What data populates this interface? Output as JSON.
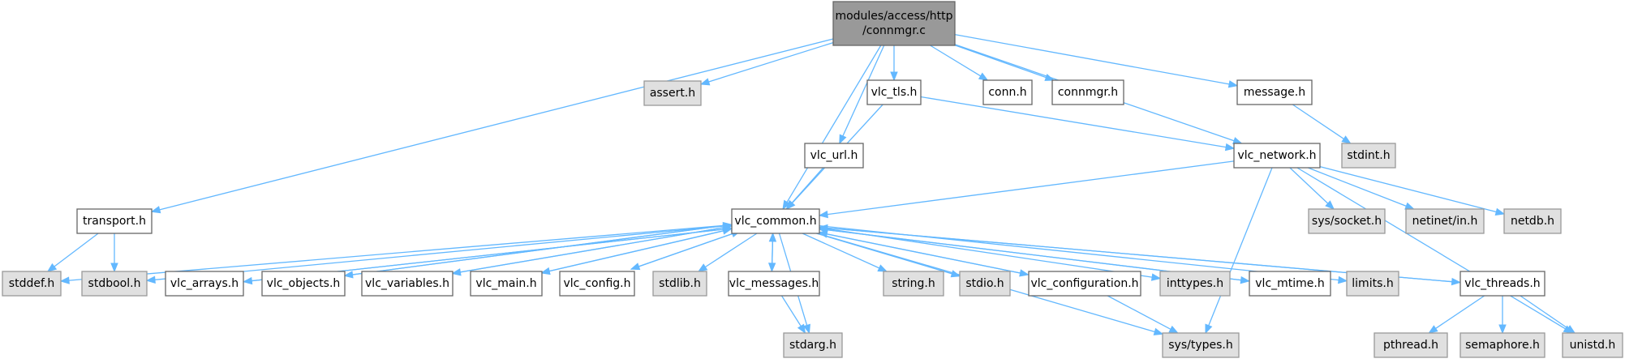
{
  "diagram": {
    "root": {
      "id": "connmgr",
      "lines": [
        "modules/access/http",
        "/connmgr.c"
      ]
    },
    "nodes": [
      {
        "id": "assert",
        "label": "assert.h",
        "kind": "system"
      },
      {
        "id": "vlc_tls",
        "label": "vlc_tls.h",
        "kind": "local"
      },
      {
        "id": "conn",
        "label": "conn.h",
        "kind": "local"
      },
      {
        "id": "connmgr_h",
        "label": "connmgr.h",
        "kind": "local"
      },
      {
        "id": "message",
        "label": "message.h",
        "kind": "local"
      },
      {
        "id": "vlc_url",
        "label": "vlc_url.h",
        "kind": "local"
      },
      {
        "id": "vlc_network",
        "label": "vlc_network.h",
        "kind": "local"
      },
      {
        "id": "stdint",
        "label": "stdint.h",
        "kind": "system"
      },
      {
        "id": "transport",
        "label": "transport.h",
        "kind": "local"
      },
      {
        "id": "vlc_common",
        "label": "vlc_common.h",
        "kind": "local"
      },
      {
        "id": "sys_socket",
        "label": "sys/socket.h",
        "kind": "system"
      },
      {
        "id": "netinet_in",
        "label": "netinet/in.h",
        "kind": "system"
      },
      {
        "id": "netdb",
        "label": "netdb.h",
        "kind": "system"
      },
      {
        "id": "stddef",
        "label": "stddef.h",
        "kind": "system"
      },
      {
        "id": "stdbool",
        "label": "stdbool.h",
        "kind": "system"
      },
      {
        "id": "vlc_arrays",
        "label": "vlc_arrays.h",
        "kind": "local"
      },
      {
        "id": "vlc_objects",
        "label": "vlc_objects.h",
        "kind": "local"
      },
      {
        "id": "vlc_variables",
        "label": "vlc_variables.h",
        "kind": "local"
      },
      {
        "id": "vlc_main",
        "label": "vlc_main.h",
        "kind": "local"
      },
      {
        "id": "vlc_config",
        "label": "vlc_config.h",
        "kind": "local"
      },
      {
        "id": "stdlib",
        "label": "stdlib.h",
        "kind": "system"
      },
      {
        "id": "vlc_messages",
        "label": "vlc_messages.h",
        "kind": "local"
      },
      {
        "id": "string",
        "label": "string.h",
        "kind": "system"
      },
      {
        "id": "stdio",
        "label": "stdio.h",
        "kind": "system"
      },
      {
        "id": "vlc_configuration",
        "label": "vlc_configuration.h",
        "kind": "local"
      },
      {
        "id": "inttypes",
        "label": "inttypes.h",
        "kind": "system"
      },
      {
        "id": "vlc_mtime",
        "label": "vlc_mtime.h",
        "kind": "local"
      },
      {
        "id": "limits",
        "label": "limits.h",
        "kind": "system"
      },
      {
        "id": "vlc_threads",
        "label": "vlc_threads.h",
        "kind": "local"
      },
      {
        "id": "stdarg",
        "label": "stdarg.h",
        "kind": "system"
      },
      {
        "id": "sys_types",
        "label": "sys/types.h",
        "kind": "system"
      },
      {
        "id": "pthread",
        "label": "pthread.h",
        "kind": "system"
      },
      {
        "id": "semaphore",
        "label": "semaphore.h",
        "kind": "system"
      },
      {
        "id": "unistd",
        "label": "unistd.h",
        "kind": "system"
      }
    ],
    "edges": [
      [
        "connmgr",
        "assert"
      ],
      [
        "connmgr",
        "vlc_tls"
      ],
      [
        "connmgr",
        "conn"
      ],
      [
        "connmgr",
        "connmgr_h"
      ],
      [
        "connmgr",
        "message"
      ],
      [
        "connmgr",
        "vlc_url"
      ],
      [
        "connmgr",
        "transport"
      ],
      [
        "connmgr",
        "vlc_common"
      ],
      [
        "connmgr",
        "vlc_network"
      ],
      [
        "vlc_tls",
        "vlc_common"
      ],
      [
        "vlc_tls",
        "vlc_network"
      ],
      [
        "message",
        "stdint"
      ],
      [
        "vlc_url",
        "vlc_common"
      ],
      [
        "vlc_network",
        "vlc_common"
      ],
      [
        "vlc_network",
        "sys_socket"
      ],
      [
        "vlc_network",
        "netinet_in"
      ],
      [
        "vlc_network",
        "netdb"
      ],
      [
        "vlc_network",
        "unistd"
      ],
      [
        "vlc_network",
        "sys_types"
      ],
      [
        "transport",
        "stddef"
      ],
      [
        "transport",
        "stdbool"
      ],
      [
        "vlc_common",
        "stddef"
      ],
      [
        "vlc_common",
        "stdbool"
      ],
      [
        "vlc_common",
        "vlc_arrays"
      ],
      [
        "vlc_common",
        "vlc_objects"
      ],
      [
        "vlc_common",
        "vlc_variables"
      ],
      [
        "vlc_common",
        "vlc_main"
      ],
      [
        "vlc_common",
        "vlc_config"
      ],
      [
        "vlc_common",
        "stdlib"
      ],
      [
        "vlc_common",
        "vlc_messages"
      ],
      [
        "vlc_common",
        "stdarg"
      ],
      [
        "vlc_common",
        "string"
      ],
      [
        "vlc_common",
        "stdio"
      ],
      [
        "vlc_common",
        "vlc_configuration"
      ],
      [
        "vlc_common",
        "inttypes"
      ],
      [
        "vlc_common",
        "vlc_mtime"
      ],
      [
        "vlc_common",
        "limits"
      ],
      [
        "vlc_common",
        "vlc_threads"
      ],
      [
        "vlc_common",
        "sys_types"
      ],
      [
        "vlc_arrays",
        "vlc_common"
      ],
      [
        "vlc_objects",
        "vlc_common"
      ],
      [
        "vlc_variables",
        "vlc_common"
      ],
      [
        "vlc_main",
        "vlc_common"
      ],
      [
        "vlc_config",
        "vlc_common"
      ],
      [
        "vlc_messages",
        "vlc_common"
      ],
      [
        "vlc_messages",
        "stdarg"
      ],
      [
        "vlc_configuration",
        "vlc_common"
      ],
      [
        "vlc_configuration",
        "sys_types"
      ],
      [
        "vlc_mtime",
        "vlc_common"
      ],
      [
        "vlc_threads",
        "vlc_common"
      ],
      [
        "vlc_threads",
        "pthread"
      ],
      [
        "vlc_threads",
        "semaphore"
      ],
      [
        "vlc_threads",
        "unistd"
      ]
    ]
  }
}
